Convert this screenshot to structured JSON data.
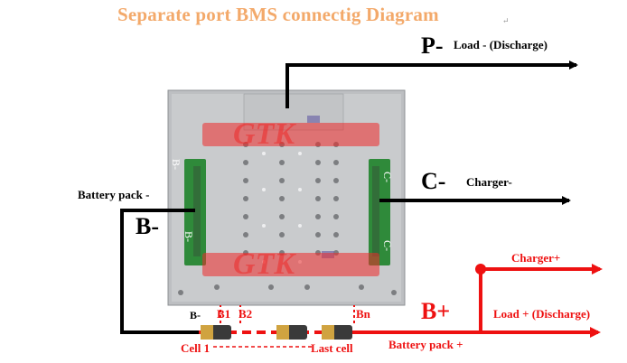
{
  "title": "Separate port BMS connectig Diagram",
  "title_mark": "↵",
  "watermark": "GTK",
  "terminals": {
    "p_minus": {
      "name": "P-",
      "desc": "Load - (Discharge)"
    },
    "c_minus": {
      "name": "C-",
      "desc": "Charger-"
    },
    "b_minus": {
      "name": "B-",
      "desc": "Battery pack -"
    },
    "b_plus": {
      "name": "B+",
      "desc": "Battery pack +"
    }
  },
  "outputs": {
    "charger_plus": "Charger+",
    "load_plus": "Load + (Discharge)"
  },
  "board_pads": {
    "left_top": "B-",
    "left_bottom": "B-",
    "right_top": "C-",
    "right_bottom": "C-"
  },
  "cells": {
    "b_minus_tag": "B-",
    "b1": "B1",
    "b2": "B2",
    "bn": "Bn",
    "first": "Cell 1",
    "last": "Last cell"
  },
  "colors": {
    "wire_black": "#000000",
    "wire_red": "#ee1111",
    "title": "#f3a96a",
    "board": "#b9bcbf",
    "pad": "#2f8a3a"
  }
}
